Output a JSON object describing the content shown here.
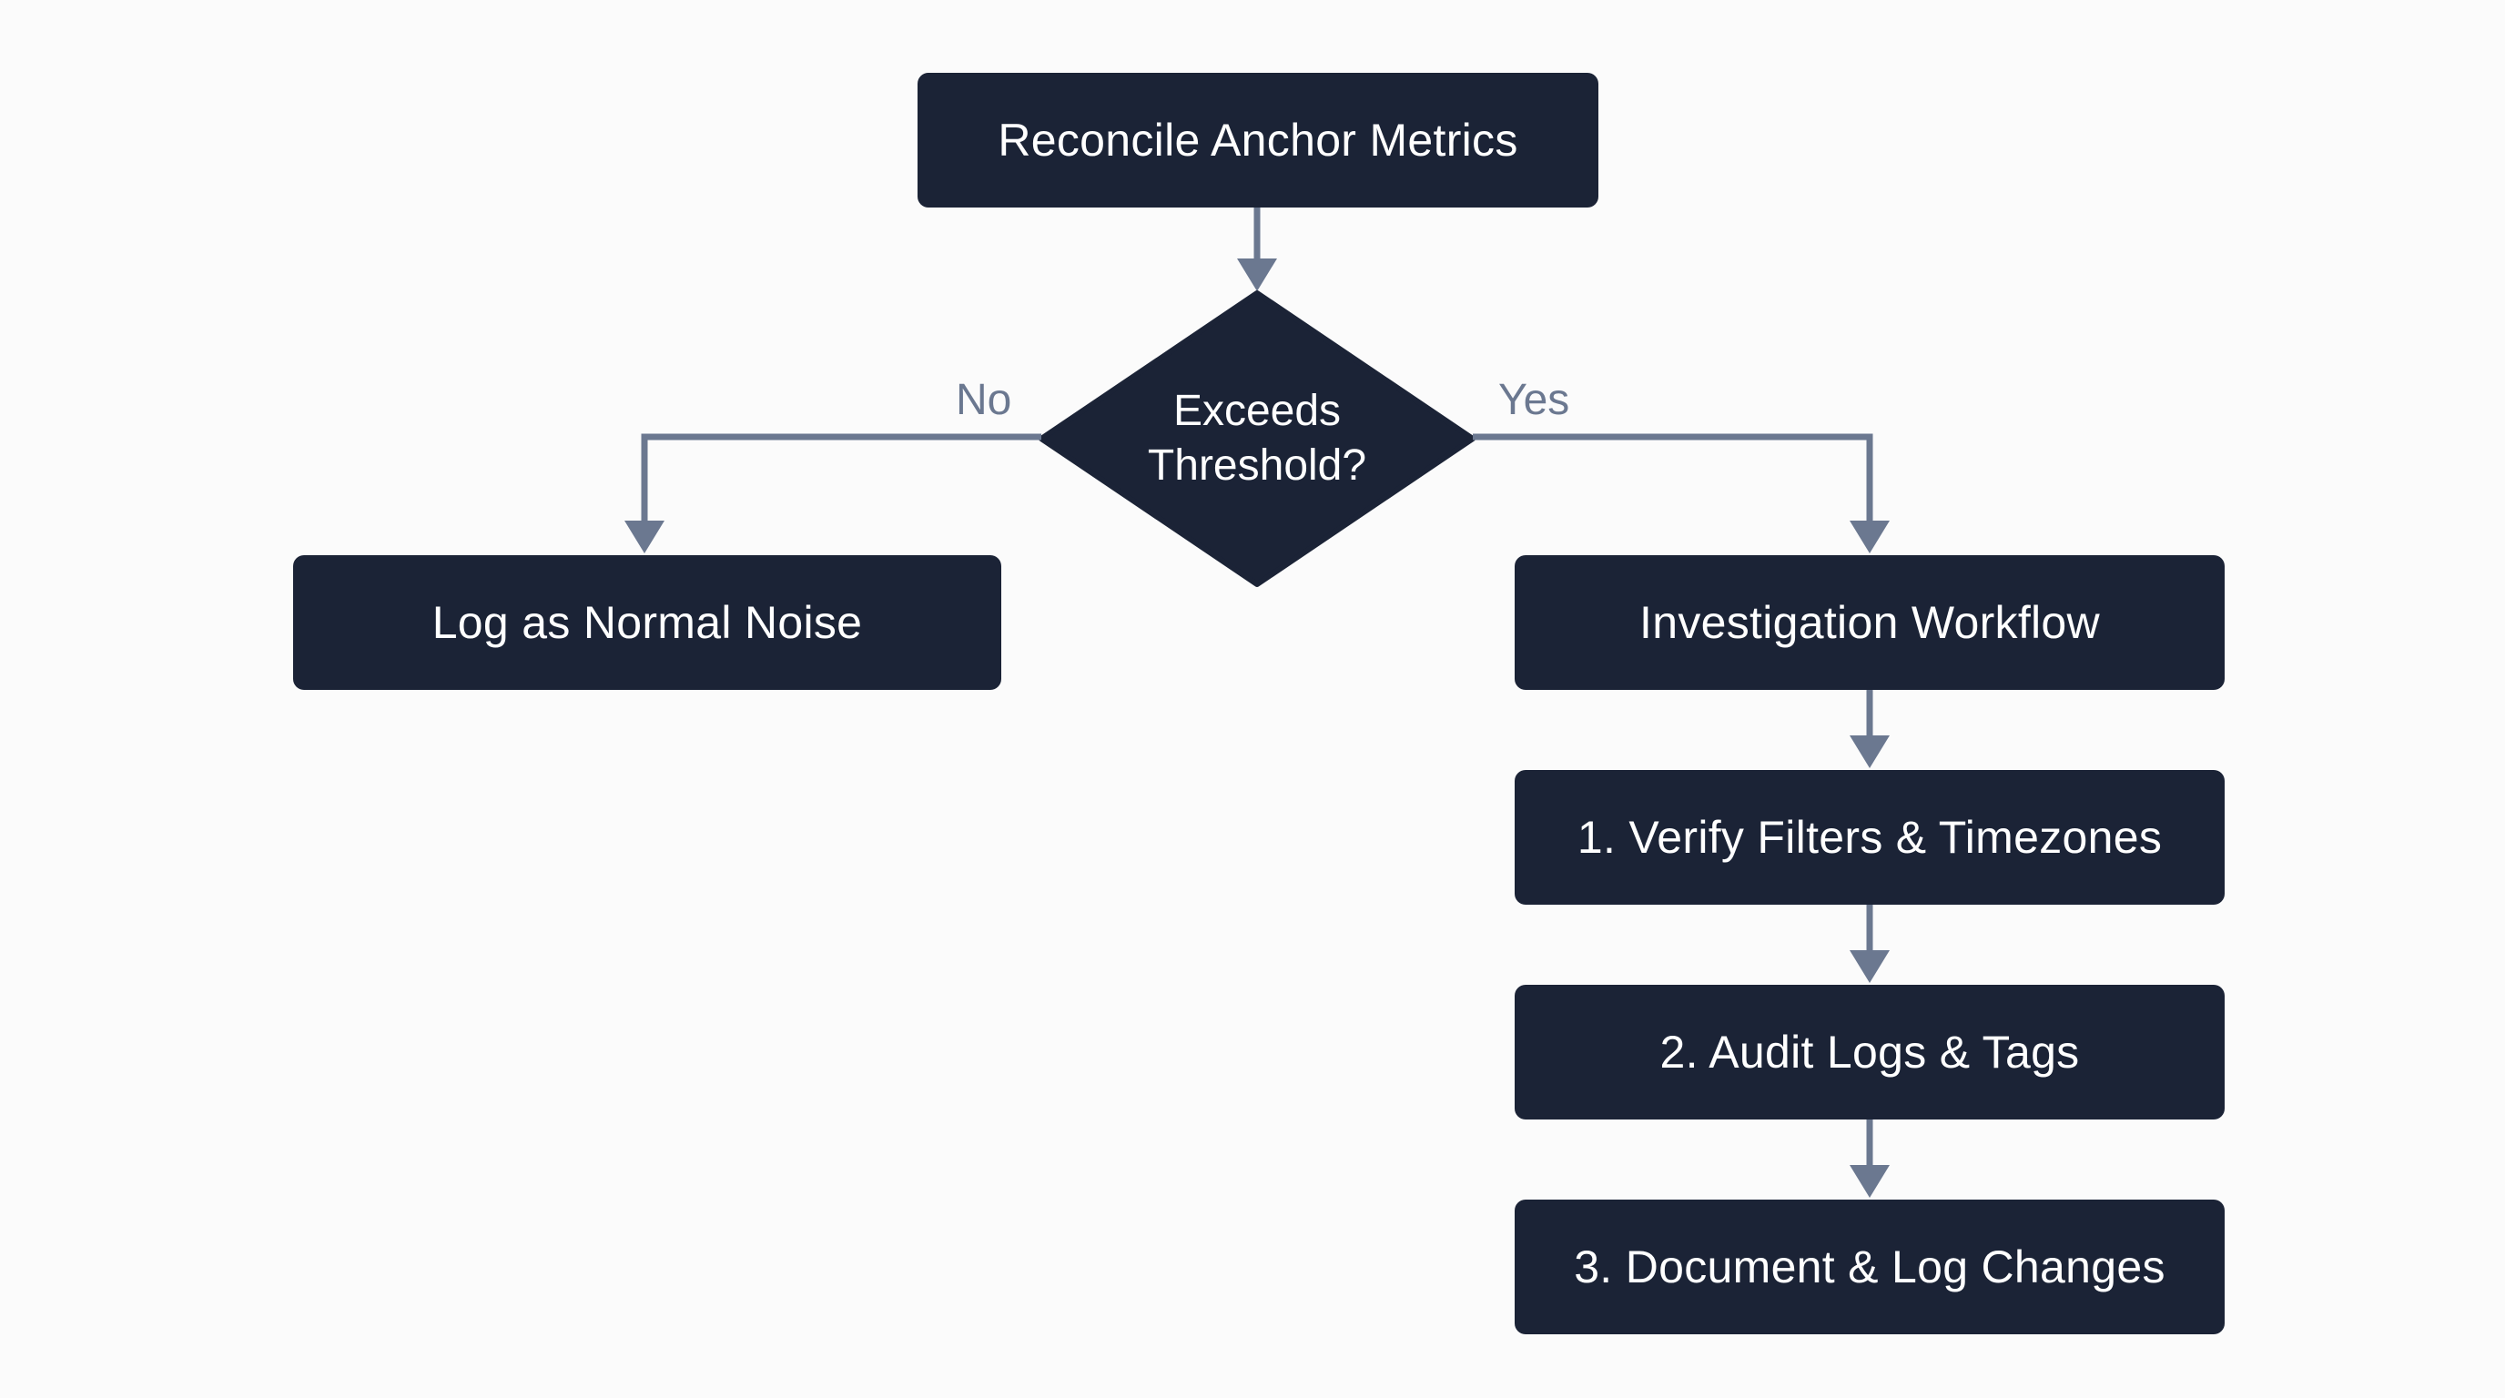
{
  "diagram": {
    "start": {
      "label": "Reconcile Anchor Metrics"
    },
    "decision": {
      "line1": "Exceeds",
      "line2": "Threshold?"
    },
    "branch_no": {
      "label": "No",
      "target": "Log as Normal Noise"
    },
    "branch_yes": {
      "label": "Yes",
      "target": "Investigation Workflow"
    },
    "steps": [
      {
        "label": "1. Verify Filters & Timezones"
      },
      {
        "label": "2. Audit Logs & Tags"
      },
      {
        "label": "3. Document & Log Changes"
      }
    ]
  },
  "colors": {
    "node_fill": "#1b2336",
    "connector": "#6b7890",
    "background": "#fbfbfb",
    "text": "#ffffff"
  }
}
